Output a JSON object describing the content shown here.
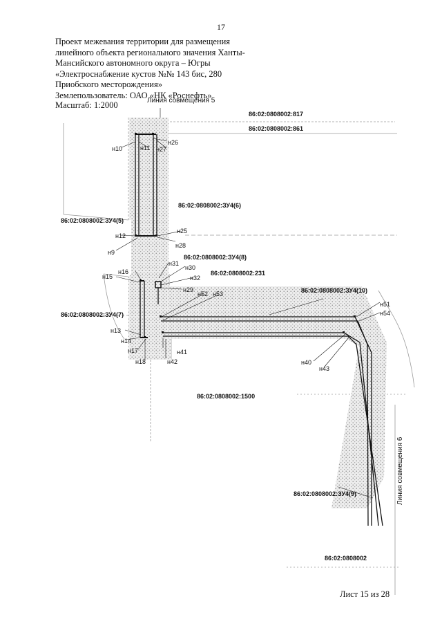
{
  "page_number": "17",
  "header_lines": [
    "Проект межевания территории для размещения",
    "линейного объекта регионального значения Ханты-",
    "Мансийского автономного округа – Югры",
    "«Электроснабжение кустов №№ 143 бис, 280",
    "Приобского месторождения»",
    "Землепользователь: ОАО «НК «Роснефть»"
  ],
  "scale_label": "Масштаб: 1:2000",
  "footer": "Лист 15 из 28",
  "match_lines": {
    "line5": "Линия совмещения 5",
    "line6": "Линия совмещения 6"
  },
  "cadastral_labels": {
    "c817": "86:02:0808002:817",
    "c861": "86:02:0808002:861",
    "zu6": "86:02:0808002:ЗУ4(6)",
    "zu5": "86:02:0808002:ЗУ4(5)",
    "zu8": "86:02:0808002:ЗУ4(8)",
    "c231": "86:02:0808002:231",
    "zu10": "86:02:0808002:ЗУ4(10)",
    "zu7": "86:02:0808002:ЗУ4(7)",
    "c1500": "86:02:0808002:1500",
    "zu9": "86:02:0808002:ЗУ4(9)",
    "quarter": "86:02:0808002"
  },
  "points": {
    "n10": "н10",
    "n11": "н11",
    "n26": "н26",
    "n27": "н27",
    "n25": "н25",
    "n12": "н12",
    "n9": "н9",
    "n28": "н28",
    "n31": "н31",
    "n30": "н30",
    "n16": "н16",
    "n15": "н15",
    "n32": "н32",
    "n29": "н29",
    "n52": "н52",
    "n53": "н53",
    "n51": "н51",
    "n54": "н54",
    "n13": "н13",
    "n14": "н14",
    "n17": "н17",
    "n41": "н41",
    "n18": "н18",
    "n42": "н42",
    "n40": "н40",
    "n43": "н43"
  }
}
